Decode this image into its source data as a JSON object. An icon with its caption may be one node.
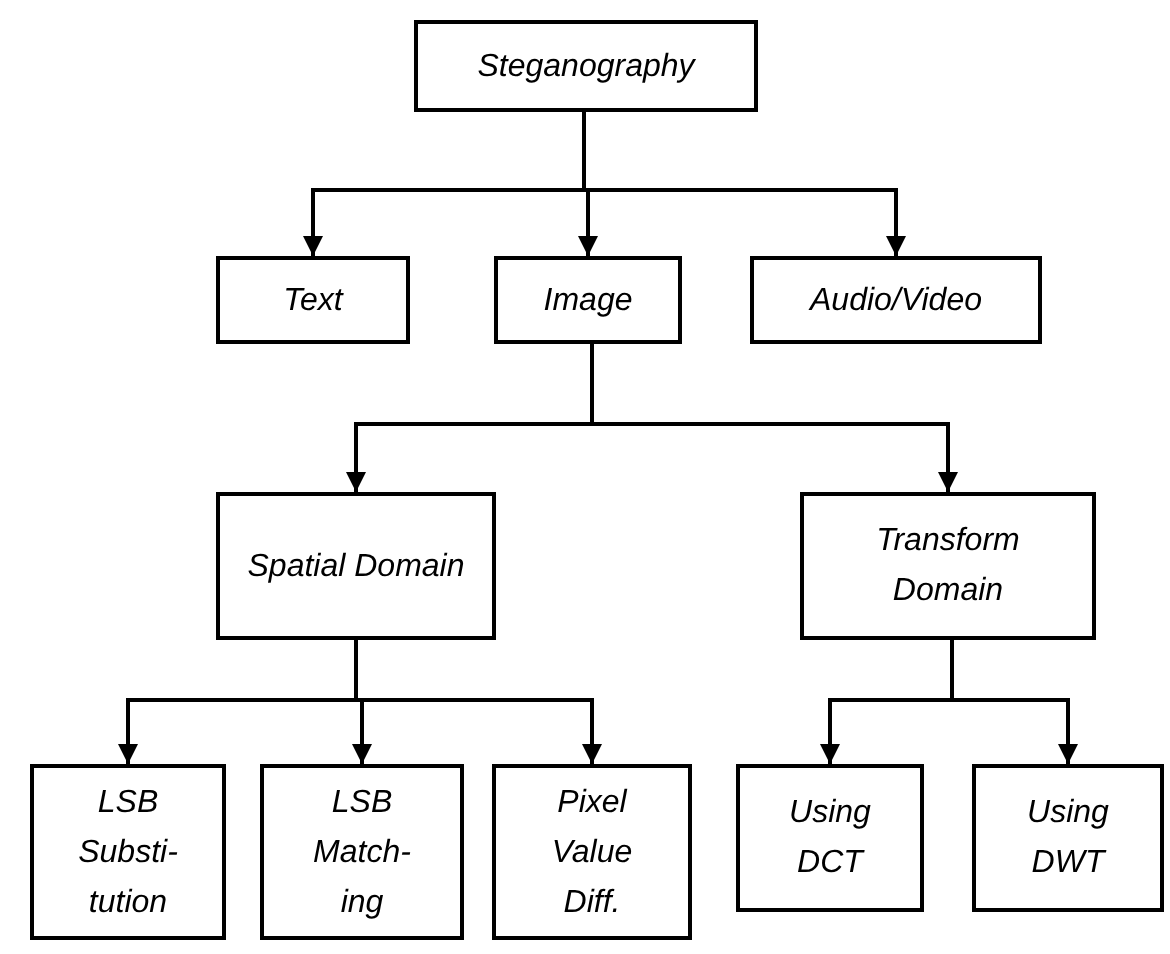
{
  "diagram": {
    "nodes": [
      {
        "text": [
          "Steganography"
        ]
      },
      {
        "text": [
          "Text"
        ]
      },
      {
        "text": [
          "Image"
        ]
      },
      {
        "text": [
          "Audio/Video"
        ]
      },
      {
        "text": [
          "Spatial Domain"
        ]
      },
      {
        "text": [
          "Transform Domain"
        ]
      },
      {
        "text": [
          "LSB Substi- tution"
        ]
      },
      {
        "text": [
          "LSB Match- ing"
        ]
      },
      {
        "text": [
          "Pixel Value Diff."
        ]
      },
      {
        "text": [
          "Using DCT"
        ]
      },
      {
        "text": [
          "Using DWT"
        ]
      }
    ],
    "edges": [
      {
        "from": 0,
        "to": 1,
        "arrow": "to"
      },
      {
        "from": 0,
        "to": 2,
        "arrow": "to"
      },
      {
        "from": 0,
        "to": 3,
        "arrow": "to"
      },
      {
        "from": 2,
        "to": 4,
        "arrow": "to"
      },
      {
        "from": 2,
        "to": 5,
        "arrow": "to"
      },
      {
        "from": 4,
        "to": 6,
        "arrow": "to"
      },
      {
        "from": 4,
        "to": 7,
        "arrow": "to"
      },
      {
        "from": 4,
        "to": 8,
        "arrow": "to"
      },
      {
        "from": 5,
        "to": 9,
        "arrow": "to"
      },
      {
        "from": 5,
        "to": 10,
        "arrow": "to"
      }
    ]
  }
}
